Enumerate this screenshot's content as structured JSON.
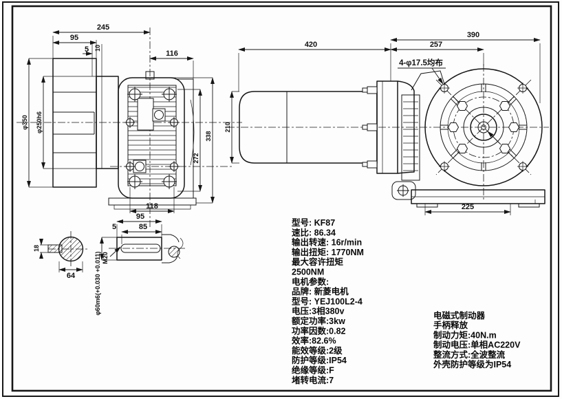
{
  "colors": {
    "ink": "#161616",
    "paper": "#fdfdfd"
  },
  "front_view": {
    "dim_overall_length": "245",
    "dim_fan_housing": "95",
    "dim_shim": "5",
    "dim_flange_step": "10",
    "dim_output_side": "116",
    "dim_fan_diameter": "φ350",
    "dim_flange_diameter": "φ250h6",
    "dim_total_height": "338",
    "dim_fin_height": "272",
    "dim_bolt_spacing": "118"
  },
  "output_shaft": {
    "dim_shaft_length": "95",
    "dim_key_length": "85",
    "dim_end_step": "5",
    "dim_center_thread": "M20",
    "dim_shaft_diameter": "φ60m6(+0.030 +0.011)",
    "dim_key_width": "18",
    "dim_across_key": "64"
  },
  "side_view": {
    "dim_motor_length": "420",
    "dim_gearbox_width": "390",
    "dim_flange_to_center": "257",
    "dim_motor_height": "210",
    "dim_foot_spacing": "225",
    "label_bolt_holes": "4-φ17.5均布"
  },
  "specs_main": {
    "lines": [
      "型号: KF87",
      "速比: 86.34",
      "输出转速: 16r/min",
      "输出扭矩: 1770NM",
      "最大容许扭矩",
      "2500NM",
      "电机参数:",
      "品牌: 新菱电机",
      "型号: YEJ100L2-4",
      "电压:3相380v",
      "额定功率:3kw",
      "功率因数:0.82",
      "效率:82.6%",
      "能效等级:2级",
      "防护等级:IP54",
      "绝缘等级:F",
      "堵转电流:7"
    ]
  },
  "specs_brake": {
    "lines": [
      "电磁式制动器",
      "手柄释放",
      "制动力矩:40N.m",
      "制动电压:单相AC220V",
      "整流方式:全波整流",
      "外壳防护等级为IP54"
    ]
  }
}
